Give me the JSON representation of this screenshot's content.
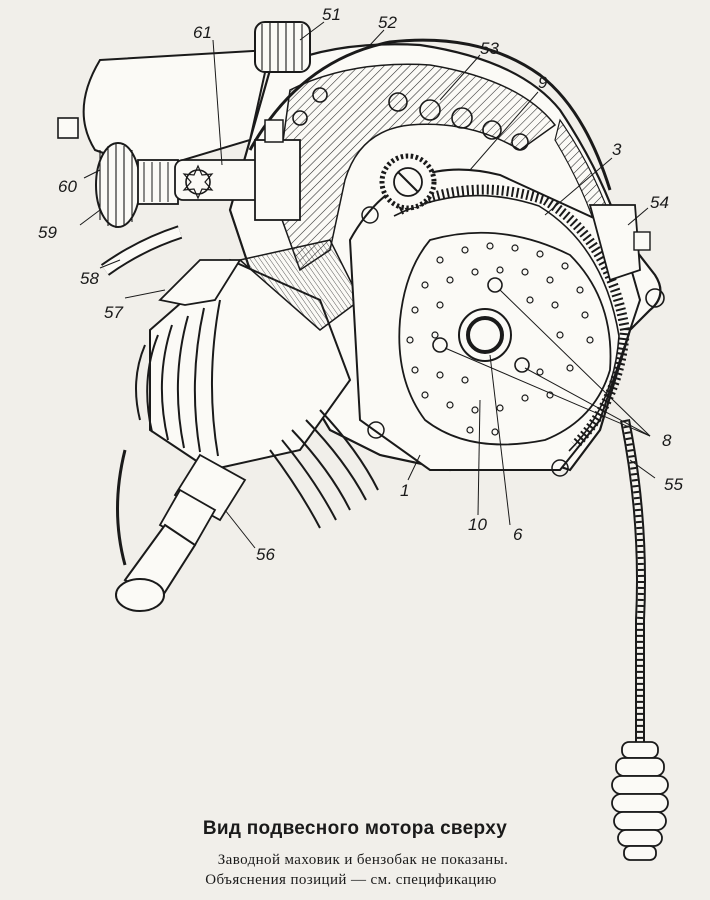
{
  "figure": {
    "title": "Вид подвесного мотора сверху",
    "caption_lines": [
      "Заводной маховик и бензобак не показаны.",
      "Объяснения позиций — см. спецификацию"
    ]
  },
  "callouts": {
    "c51": "51",
    "c52": "52",
    "c53": "53",
    "c9": "9",
    "c61": "61",
    "c3": "3",
    "c54": "54",
    "c60": "60",
    "c59": "59",
    "c58": "58",
    "c57": "57",
    "c8": "8",
    "c55": "55",
    "c1": "1",
    "c10": "10",
    "c6": "6",
    "c56": "56"
  }
}
